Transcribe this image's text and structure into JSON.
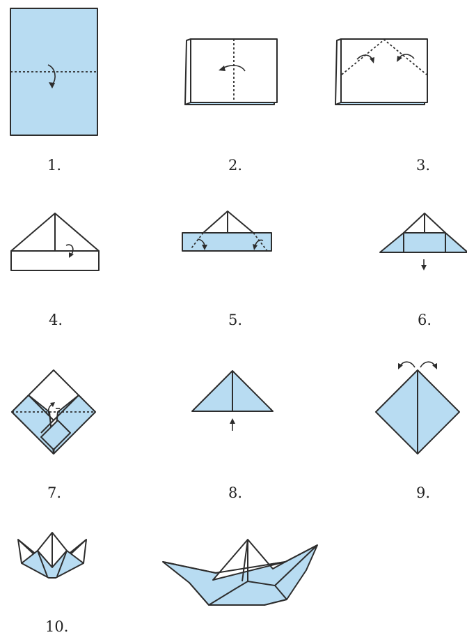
{
  "steps": [
    {
      "label": "1."
    },
    {
      "label": "2."
    },
    {
      "label": "3."
    },
    {
      "label": "4."
    },
    {
      "label": "5."
    },
    {
      "label": "6."
    },
    {
      "label": "7."
    },
    {
      "label": "8."
    },
    {
      "label": "9."
    },
    {
      "label": "10."
    }
  ],
  "colors": {
    "paper_blue": "#b8dcf2",
    "outline": "#2d2d2d",
    "background": "#ffffff"
  }
}
